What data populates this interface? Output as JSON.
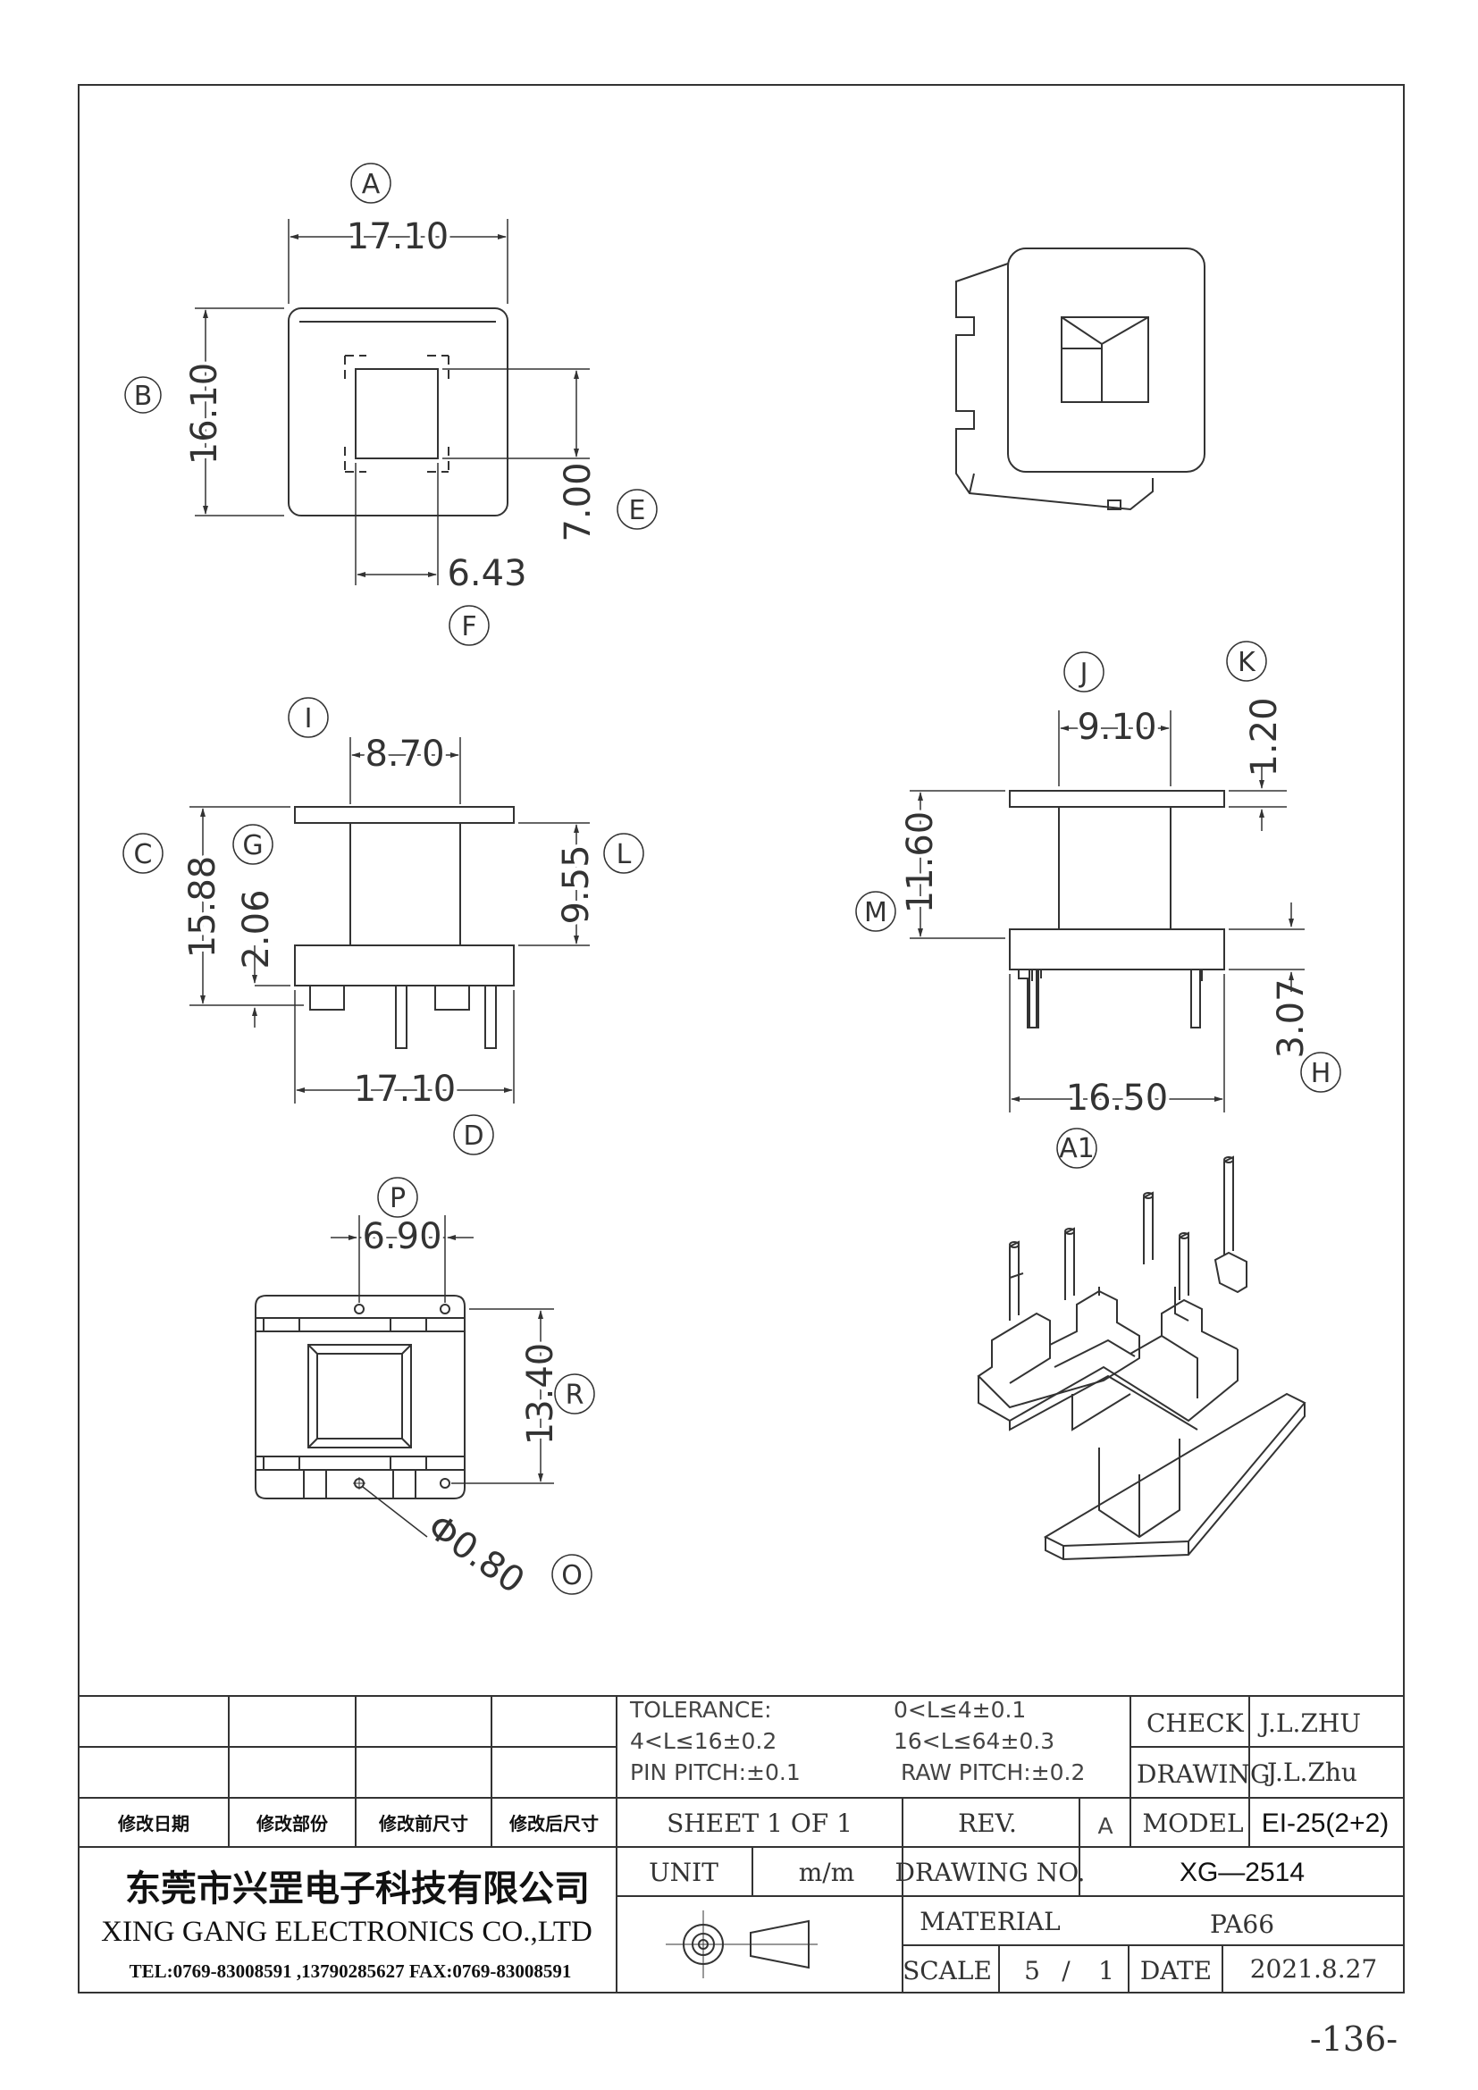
{
  "views": {
    "top": {
      "label_a": "A",
      "dim_a": "17.10",
      "label_b": "B",
      "dim_b": "16.10",
      "label_e": "E",
      "dim_e": "7.00",
      "label_f": "F",
      "dim_f": "6.43"
    },
    "front": {
      "label_i": "I",
      "dim_i": "8.70",
      "label_c": "C",
      "dim_c": "15.88",
      "label_g": "G",
      "dim_g": "2.06",
      "label_l": "L",
      "dim_l": "9.55",
      "label_d": "D",
      "dim_d": "17.10"
    },
    "side": {
      "label_j": "J",
      "dim_j": "9.10",
      "label_k": "K",
      "dim_k": "1.20",
      "label_m": "M",
      "dim_m": "11.60",
      "label_h": "H",
      "dim_h": "3.07",
      "label_a1": "A1",
      "dim_a1": "16.50"
    },
    "bottom": {
      "label_p": "P",
      "dim_p": "6.90",
      "label_r": "R",
      "dim_r": "13.40",
      "label_o": "O",
      "dim_o": "Φ0.80"
    }
  },
  "title_block": {
    "tolerance": "TOLERANCE:",
    "tol_1": "0<L≤4±0.1",
    "tol_2": "4<L≤16±0.2",
    "tol_3": "16<L≤64±0.3",
    "pin_pitch": "PIN PITCH:±0.1",
    "raw_pitch": "RAW PITCH:±0.2",
    "check_label": "CHECK",
    "check_value": "J.L.ZHU",
    "drawing_label": "DRAWING",
    "drawing_value": "J.L.Zhu",
    "rev_headers": [
      "修改日期",
      "修改部份",
      "修改前尺寸",
      "修改后尺寸"
    ],
    "sheet": "SHEET 1 OF 1",
    "rev_label": "REV.",
    "rev_value": "A",
    "model_label": "MODEL",
    "model_value": "EI-25(2+2)",
    "company_cn": "东莞市兴罡电子科技有限公司",
    "company_en": "XING GANG ELECTRONICS CO.,LTD",
    "contact": "TEL:0769-83008591 ,13790285627 FAX:0769-83008591",
    "unit_label": "UNIT",
    "unit_value": "m/m",
    "drawing_no_label": "DRAWING NO.",
    "drawing_no_value": "XG—2514",
    "material_label": "MATERIAL",
    "material_value": "PA66",
    "scale_label": "SCALE",
    "scale_num": "5",
    "scale_sep": "/",
    "scale_den": "1",
    "date_label": "DATE",
    "date_value": "2021.8.27"
  },
  "page_number": "-136-"
}
